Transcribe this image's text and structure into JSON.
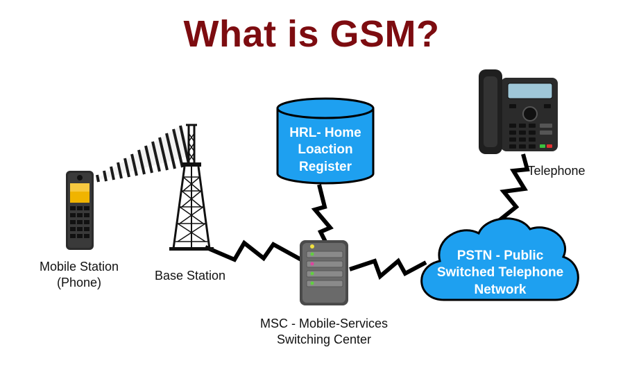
{
  "title": "What is GSM?",
  "nodes": {
    "mobile_station": {
      "line1": "Mobile Station",
      "line2": "(Phone)"
    },
    "base_station": {
      "label": "Base Station"
    },
    "hlr": {
      "line1": "HRL- Home",
      "line2": "Loaction",
      "line3": "Register"
    },
    "msc": {
      "line1": "MSC - Mobile-Services",
      "line2": "Switching Center"
    },
    "pstn": {
      "line1": "PSTN - Public",
      "line2": "Switched Telephone",
      "line3": "Network"
    },
    "telephone": {
      "label": "Telephone"
    }
  },
  "colors": {
    "title": "#7d0c10",
    "database_fill": "#1ea0f0",
    "cloud_fill": "#1ea0f0",
    "device_dark": "#2b2b2b",
    "screen": "#f0b400",
    "link": "#000000"
  }
}
